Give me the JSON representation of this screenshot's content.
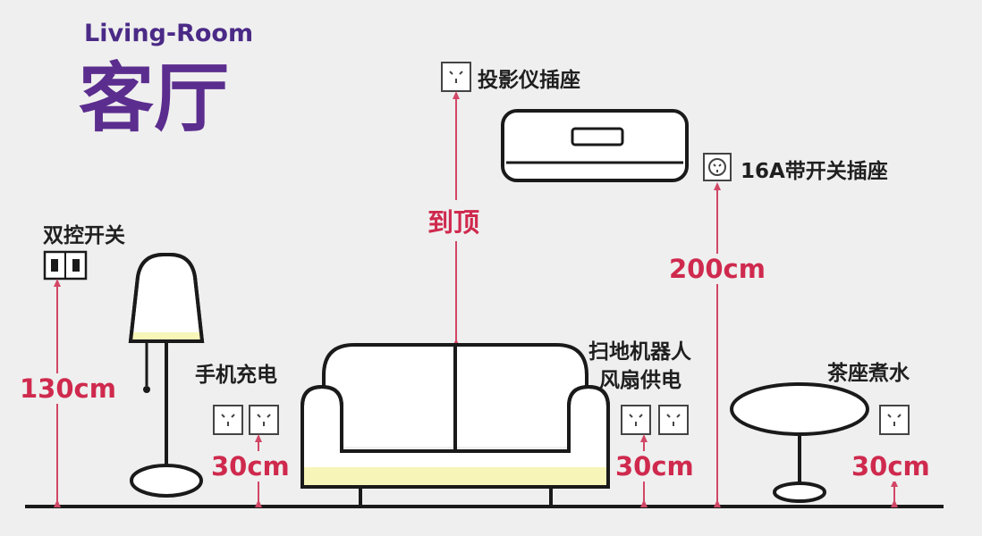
{
  "header": {
    "subtitle": "Living-Room",
    "title": "客厅"
  },
  "labels": {
    "projector_outlet": "投影仪插座",
    "ac_outlet": "16A带开关插座",
    "dual_switch": "双控开关",
    "phone_charging": "手机充电",
    "robot_line1": "扫地机器人",
    "robot_line2": "风扇供电",
    "tea_water": "茶座煮水"
  },
  "dimensions": {
    "to_ceiling": "到顶",
    "ac_height": "200cm",
    "switch_height": "130cm",
    "phone_height": "30cm",
    "robot_height": "30cm",
    "tea_height": "30cm"
  },
  "colors": {
    "title": "#5b2d8e",
    "subtitle": "#4a2a86",
    "dimension": "#cf2a4e",
    "arrow": "#d24766",
    "line": "#1a1a1a",
    "accent_fill": "#f7f5b8"
  }
}
